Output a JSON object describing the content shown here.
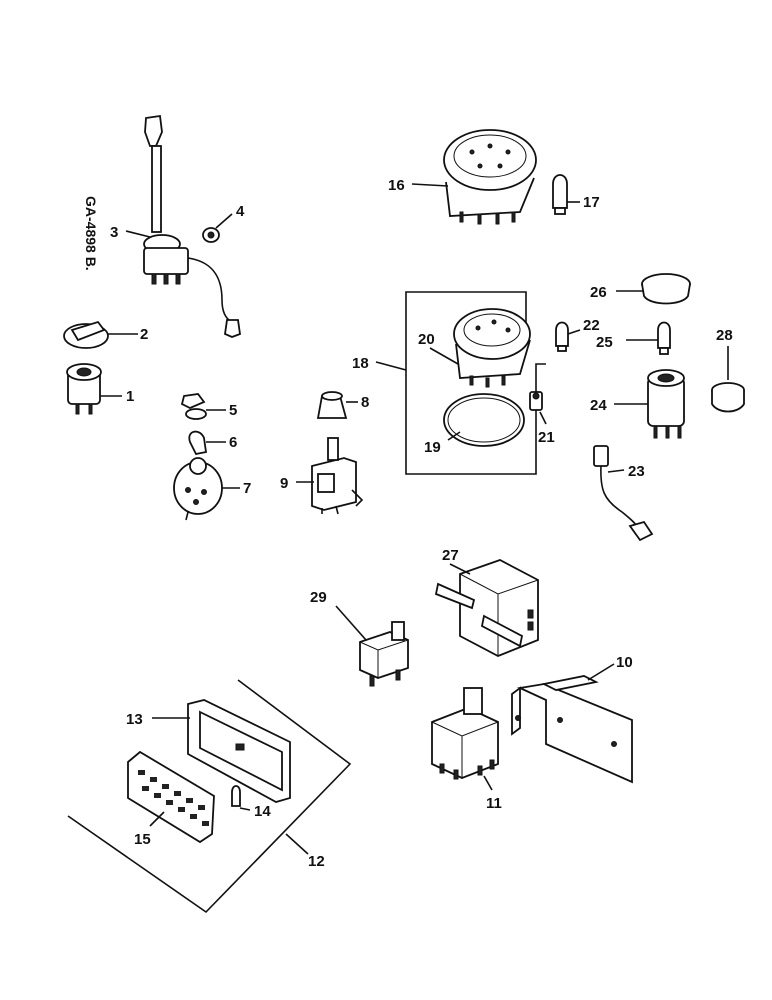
{
  "drawing_code": "GA-4898 B.",
  "labels": {
    "l1": "1",
    "l2": "2",
    "l3": "3",
    "l4": "4",
    "l5": "5",
    "l6": "6",
    "l7": "7",
    "l8": "8",
    "l9": "9",
    "l10": "10",
    "l11": "11",
    "l12": "12",
    "l13": "13",
    "l14": "14",
    "l15": "15",
    "l16": "16",
    "l17": "17",
    "l18": "18",
    "l19": "19",
    "l20": "20",
    "l21": "21",
    "l22": "22",
    "l23": "23",
    "l24": "24",
    "l25": "25",
    "l26": "26",
    "l27": "27",
    "l28": "28",
    "l29": "29"
  }
}
